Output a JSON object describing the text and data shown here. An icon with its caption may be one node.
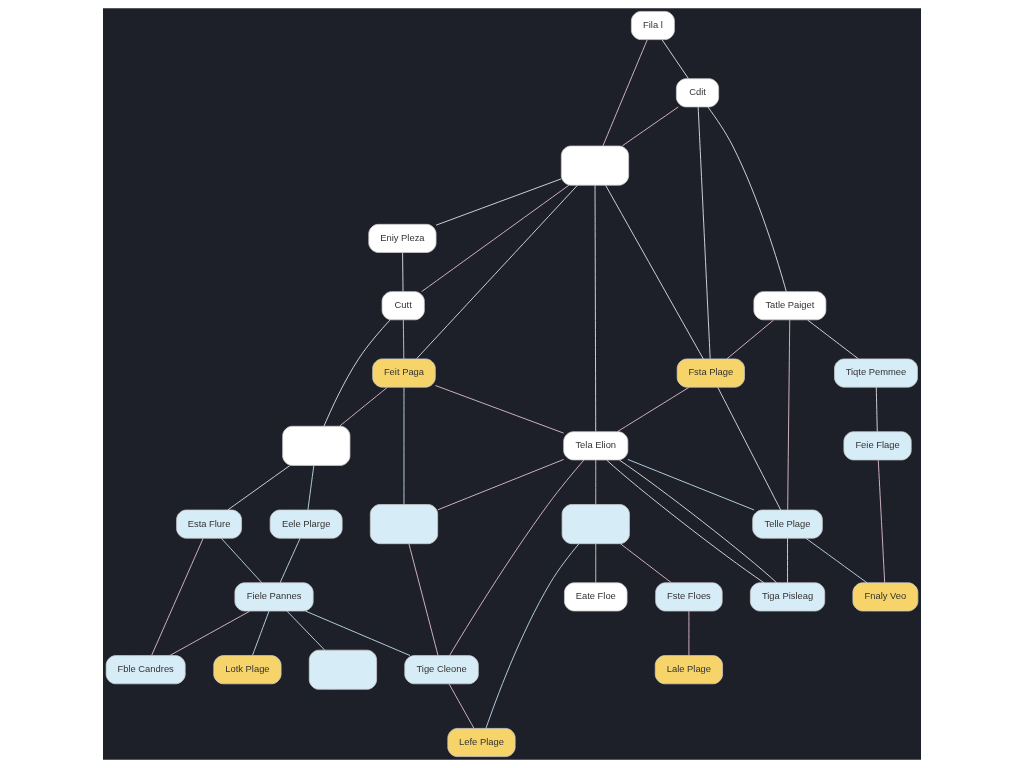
{
  "diagram": {
    "nodes": [
      {
        "text": [
          "Fila l"
        ]
      },
      {
        "text": [],
        "shape": "box"
      },
      {
        "text": [
          "Eniy Pleza"
        ]
      },
      {
        "text": [
          "Cdit"
        ]
      },
      {
        "text": [
          "Cutt"
        ]
      },
      {
        "text": [
          "Tatle Paiget"
        ]
      },
      {
        "text": [
          "Fsta Plage"
        ]
      },
      {
        "text": [
          "Feit Paga"
        ]
      },
      {
        "text": [],
        "shape": "box"
      },
      {
        "text": [
          "Tela Elion"
        ]
      },
      {
        "text": [
          "Tiqte Pemmee"
        ]
      },
      {
        "text": [
          "Telle Plage"
        ]
      },
      {
        "text": [
          "Eele Plarge"
        ]
      },
      {
        "text": [
          "Esta Flure"
        ]
      },
      {
        "text": [],
        "shape": "box"
      },
      {
        "text": [],
        "shape": "box"
      },
      {
        "text": [
          "Feie Flage"
        ]
      },
      {
        "text": [
          "Fiele Pannes"
        ]
      },
      {
        "text": [
          "Fble Candres"
        ]
      },
      {
        "text": [
          "Tiga Pisleag"
        ]
      },
      {
        "text": [
          "Fste Floes"
        ]
      },
      {
        "text": [
          "Tige Cleone"
        ]
      },
      {
        "text": [],
        "shape": "box"
      },
      {
        "text": [
          "Lotk Plage"
        ]
      },
      {
        "text": [
          "Fnaly Veo"
        ]
      },
      {
        "text": [
          "Eate Floe"
        ]
      },
      {
        "text": [
          "Lale Plage"
        ]
      },
      {
        "text": [
          "Lefe Plage"
        ]
      }
    ],
    "edges": [
      {
        "from": 0,
        "to": 3,
        "arrow": "none"
      },
      {
        "from": 0,
        "to": 1,
        "arrow": "none",
        "color": "#d8b8c8"
      },
      {
        "from": 3,
        "to": 1,
        "arrow": "none",
        "color": "#d8b8c8"
      },
      {
        "from": 1,
        "to": 2,
        "arrow": "none"
      },
      {
        "from": 2,
        "to": 4,
        "arrow": "none"
      },
      {
        "from": 1,
        "to": 4,
        "arrow": "none",
        "color": "#d8b8c8"
      },
      {
        "from": 3,
        "to": 5,
        "arrow": "none"
      },
      {
        "from": 3,
        "to": 6,
        "arrow": "none"
      },
      {
        "from": 1,
        "to": 6,
        "arrow": "none"
      },
      {
        "from": 1,
        "to": 9,
        "arrow": "none"
      },
      {
        "from": 1,
        "to": 7,
        "arrow": "none"
      },
      {
        "from": 4,
        "to": 7,
        "arrow": "none",
        "color": "#d8b8c8"
      },
      {
        "from": 4,
        "to": 8,
        "arrow": "none"
      },
      {
        "from": 5,
        "to": 6,
        "arrow": "none",
        "color": "#d8b8c8"
      },
      {
        "from": 7,
        "to": 8,
        "arrow": "none",
        "color": "#d8b8c8"
      },
      {
        "from": 6,
        "to": 9,
        "arrow": "none",
        "color": "#d8b8c8"
      },
      {
        "from": 7,
        "to": 9,
        "arrow": "none",
        "color": "#d8b8c8"
      },
      {
        "from": 5,
        "to": 10,
        "arrow": "none"
      },
      {
        "from": 5,
        "to": 11,
        "arrow": "none",
        "color": "#d8b8c8"
      },
      {
        "from": 6,
        "to": 11,
        "arrow": "none"
      },
      {
        "from": 9,
        "to": 11,
        "arrow": "none",
        "color": "#b8d4e4"
      },
      {
        "from": 8,
        "to": 12,
        "arrow": "none",
        "color": "#b8d4e4"
      },
      {
        "from": 8,
        "to": 13,
        "arrow": "none"
      },
      {
        "from": 7,
        "to": 14,
        "arrow": "none",
        "color": "#b8d4e4"
      },
      {
        "from": 9,
        "to": 14,
        "arrow": "none",
        "color": "#d8b8c8"
      },
      {
        "from": 10,
        "to": 16,
        "arrow": "none"
      },
      {
        "from": 11,
        "to": 19,
        "arrow": "none"
      },
      {
        "from": 11,
        "to": 24,
        "arrow": "none",
        "color": "#b8d4e4"
      },
      {
        "from": 9,
        "to": 19,
        "arrow": "none"
      },
      {
        "from": 9,
        "to": 19,
        "arrow": "none"
      },
      {
        "from": 9,
        "to": 15,
        "arrow": "none",
        "color": "#d8b8c8"
      },
      {
        "from": 15,
        "to": 20,
        "arrow": "none",
        "color": "#d8b8c8"
      },
      {
        "from": 15,
        "to": 25,
        "arrow": "none",
        "color": "#d8b8c8"
      },
      {
        "from": 15,
        "to": 27,
        "arrow": "none",
        "color": "#b8d4e4"
      },
      {
        "from": 9,
        "to": 21,
        "arrow": "none",
        "color": "#d8b8c8"
      },
      {
        "from": 14,
        "to": 21,
        "arrow": "none",
        "color": "#d8b8c8"
      },
      {
        "from": 21,
        "to": 27,
        "arrow": "none",
        "color": "#d8b8c8"
      },
      {
        "from": 20,
        "to": 26,
        "arrow": "none",
        "color": "#d8b8c8"
      },
      {
        "from": 16,
        "to": 24,
        "arrow": "none",
        "color": "#d8b8c8"
      },
      {
        "from": 12,
        "to": 17,
        "arrow": "none",
        "color": "#b8d4e4"
      },
      {
        "from": 13,
        "to": 17,
        "arrow": "none",
        "color": "#b8d4e4"
      },
      {
        "from": 13,
        "to": 18,
        "arrow": "none",
        "color": "#d8b8c8"
      },
      {
        "from": 17,
        "to": 18,
        "arrow": "none",
        "color": "#d8b8c8"
      },
      {
        "from": 17,
        "to": 21,
        "arrow": "none",
        "color": "#b8d4e4"
      },
      {
        "from": 17,
        "to": 22,
        "arrow": "none",
        "color": "#b8d4e4"
      },
      {
        "from": 17,
        "to": 23,
        "arrow": "none",
        "color": "#b8d4e4"
      }
    ]
  }
}
